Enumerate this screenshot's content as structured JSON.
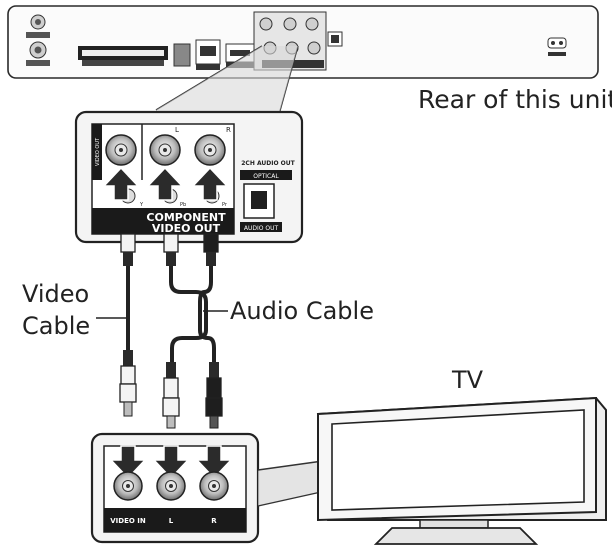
{
  "labels": {
    "rear_of_unit": "Rear of this unit",
    "video_cable": [
      "Video",
      "Cable"
    ],
    "audio_cable": "Audio Cable",
    "tv": "TV"
  },
  "unit_panel": {
    "video_out": "VIDEO OUT",
    "left": "L",
    "right": "R",
    "y": "Y",
    "pb": "Pb",
    "pr": "Pr",
    "component_video_out": [
      "COMPONENT",
      "VIDEO OUT"
    ],
    "audio_out": "2CH AUDIO OUT",
    "optical": "OPTICAL",
    "audio_out_small": "AUDIO OUT"
  },
  "tv_panel": {
    "video_in": "VIDEO IN",
    "left": "L",
    "right": "R"
  },
  "colors": {
    "line": "#222222",
    "panel_fill": "#ececec",
    "panel_dark": "#1a1a1a",
    "jack_white": "#f4f4f4",
    "jack_black": "#2a2a2a",
    "arrow": "#2b2b2b"
  }
}
